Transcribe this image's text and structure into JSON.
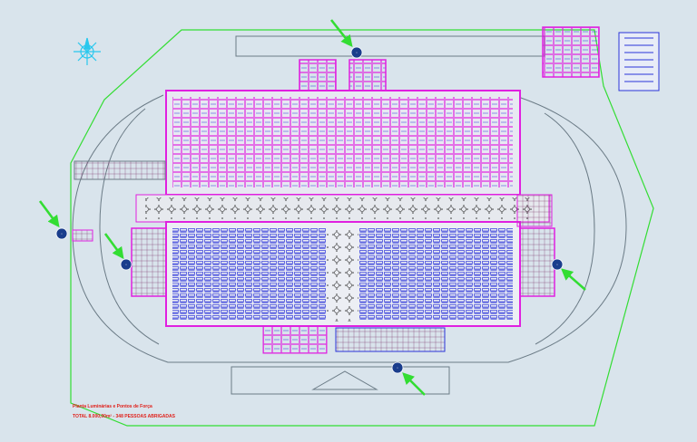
{
  "legend": {
    "title": "Planta Luminárias e Pontos de Força",
    "total": "TOTAL 8.000,00m² - 348 PESSOAS ABRIGADAS"
  },
  "markers": [
    {
      "id": "marker-north-entrance",
      "symbol": "◦"
    },
    {
      "id": "marker-west-outer",
      "symbol": "◦"
    },
    {
      "id": "marker-west-inner",
      "symbol": "◦"
    },
    {
      "id": "marker-east",
      "symbol": "◦"
    },
    {
      "id": "marker-south-entrance",
      "symbol": "◦"
    }
  ],
  "colors": {
    "background": "#d9e4ec",
    "walls": "#e020e0",
    "furniture": "#2a33d8",
    "perimeter": "#33dd33",
    "arrows": "#33dd33",
    "site_lines": "#6b7b86",
    "text": "#e0201a",
    "compass": "#28c8ee"
  }
}
